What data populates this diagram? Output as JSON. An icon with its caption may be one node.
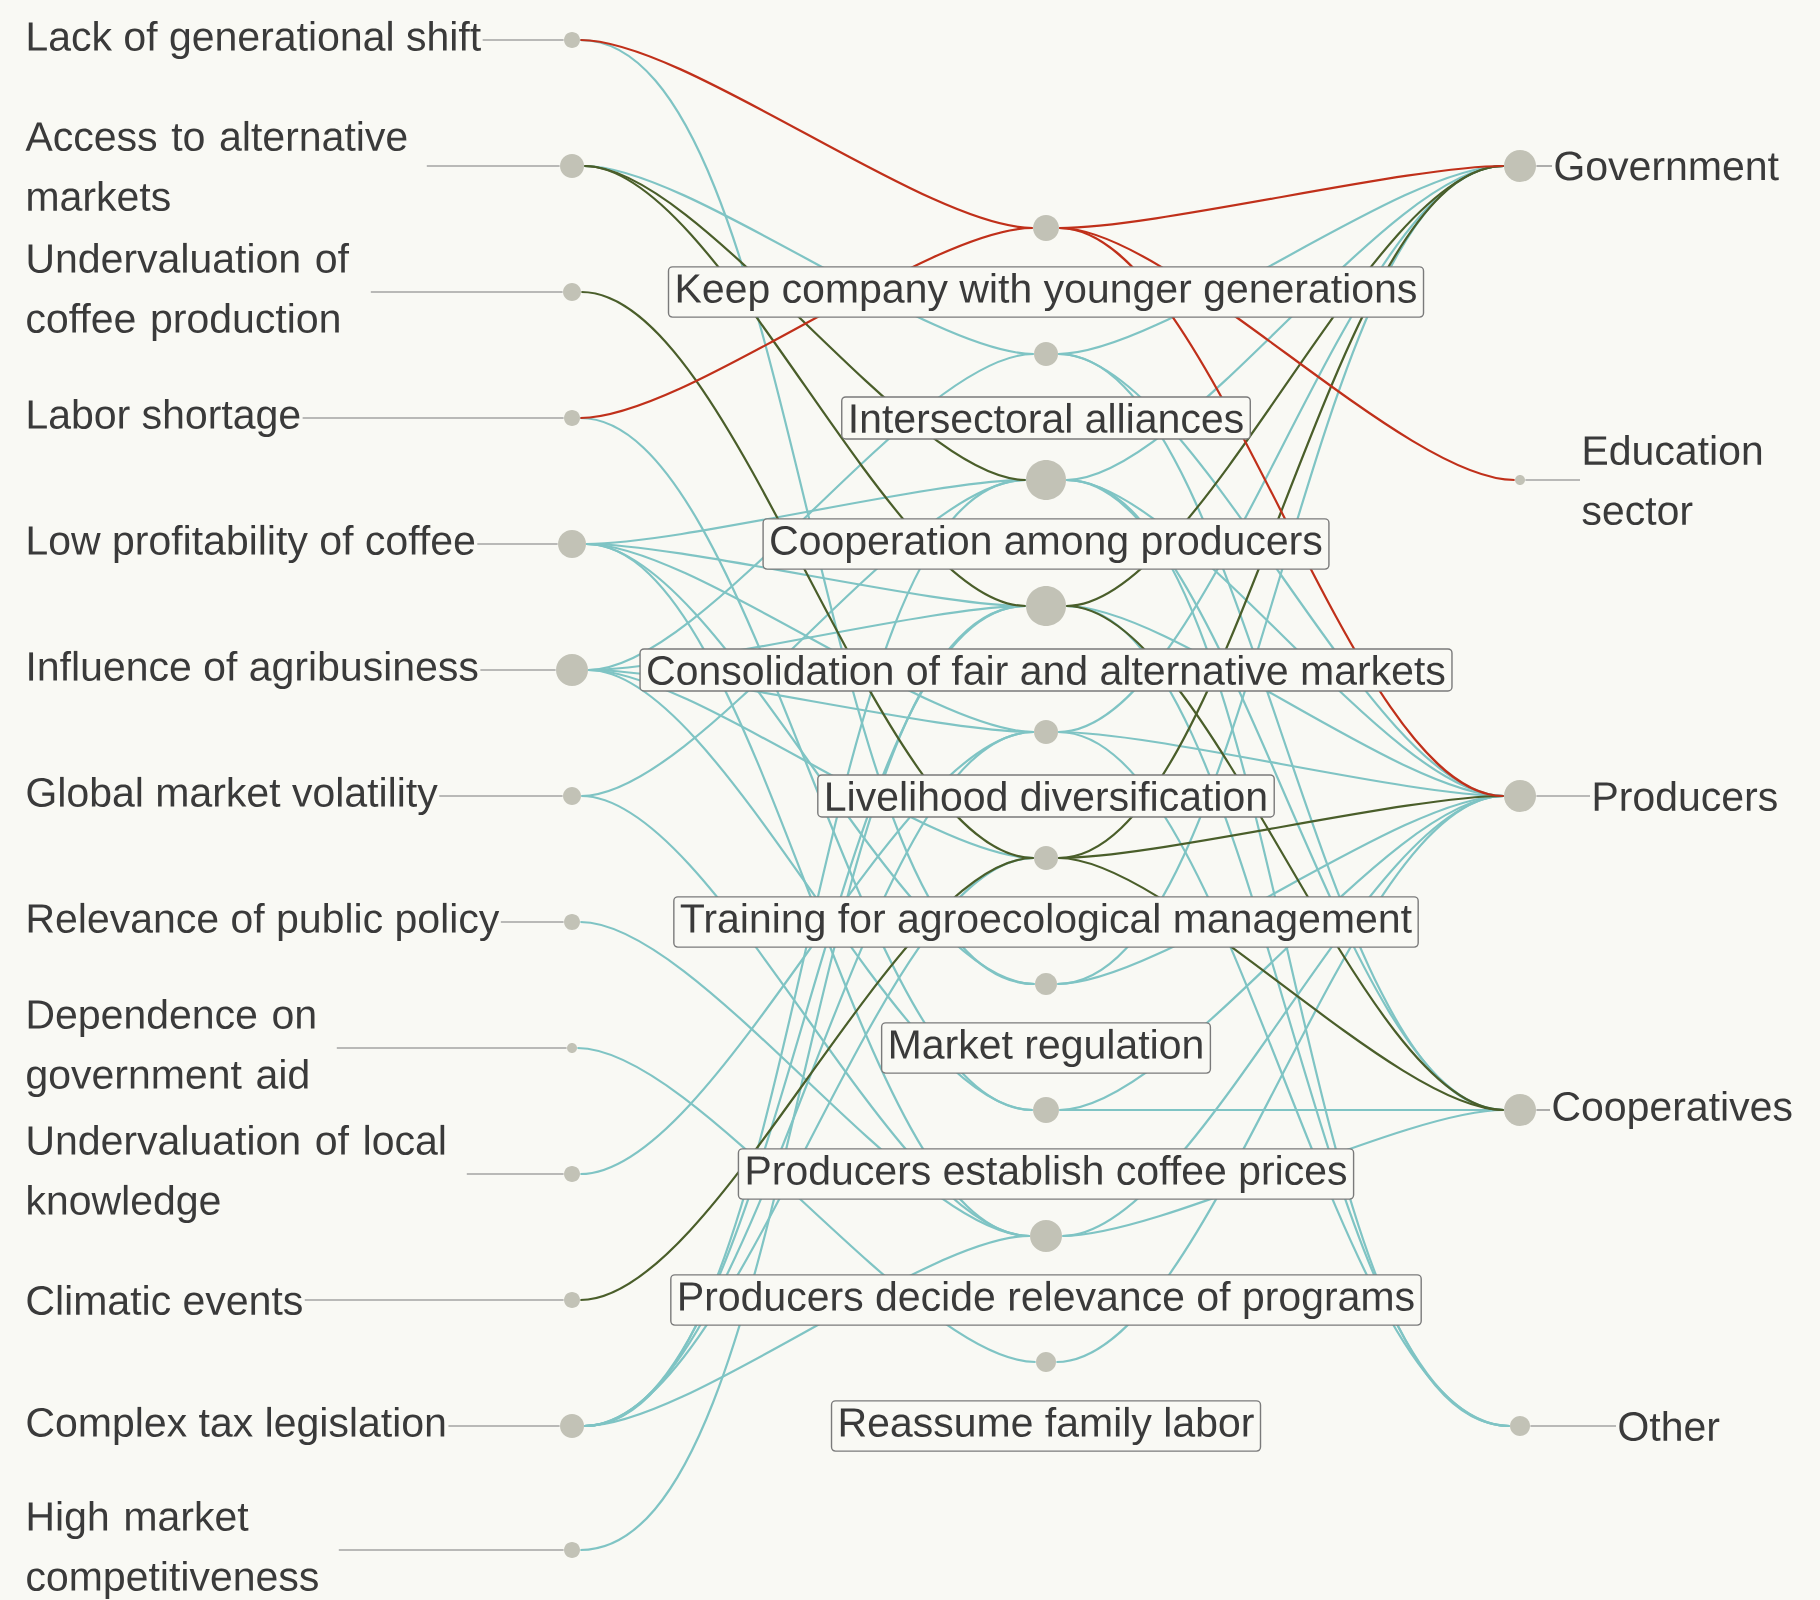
{
  "diagram": {
    "nodes": [
      {
        "text": [
          "Lack of generational shift"
        ]
      },
      {
        "text": [
          "Access to alternative markets"
        ]
      },
      {
        "text": [
          "Undervaluation of coffee production"
        ]
      },
      {
        "text": [
          "Labor shortage"
        ]
      },
      {
        "text": [
          "Low profitability of coffee"
        ]
      },
      {
        "text": [
          "Influence of agribusiness"
        ]
      },
      {
        "text": [
          "Global market volatility"
        ]
      },
      {
        "text": [
          "Relevance of public policy"
        ]
      },
      {
        "text": [
          "Dependence on government aid"
        ]
      },
      {
        "text": [
          "Undervaluation of local knowledge"
        ]
      },
      {
        "text": [
          "Climatic events"
        ]
      },
      {
        "text": [
          "Complex tax legislation"
        ]
      },
      {
        "text": [
          "High market competitiveness"
        ]
      },
      {
        "text": [],
        "shape": "circle"
      },
      {
        "text": [],
        "shape": "circle"
      },
      {
        "text": [],
        "shape": "circle"
      },
      {
        "text": [],
        "shape": "circle"
      },
      {
        "text": [],
        "shape": "circle"
      },
      {
        "text": [],
        "shape": "circle"
      },
      {
        "text": [],
        "shape": "circle"
      },
      {
        "text": [],
        "shape": "circle"
      },
      {
        "text": [],
        "shape": "circle"
      },
      {
        "text": [],
        "shape": "circle"
      },
      {
        "text": [],
        "shape": "circle"
      },
      {
        "text": [],
        "shape": "circle"
      },
      {
        "text": [],
        "shape": "circle"
      },
      {
        "text": [],
        "shape": "circle",
        "beside": [
          "Keep company with younger generations"
        ]
      },
      {
        "text": [],
        "shape": "circle",
        "beside": [
          "Intersectoral alliances"
        ]
      },
      {
        "text": [],
        "shape": "circle",
        "beside": [
          "Cooperation among producers"
        ]
      },
      {
        "text": [],
        "shape": "circle",
        "beside": [
          "Consolidation of fair and alternative markets"
        ]
      },
      {
        "text": [],
        "shape": "circle",
        "beside": [
          "Livelihood diversification"
        ]
      },
      {
        "text": [],
        "shape": "circle",
        "beside": [
          "Training for agroecological management"
        ]
      },
      {
        "text": [],
        "shape": "circle",
        "beside": [
          "Market regulation"
        ]
      },
      {
        "text": [],
        "shape": "circle",
        "beside": [
          "Producers establish coffee prices"
        ]
      },
      {
        "text": [],
        "shape": "circle",
        "beside": [
          "Producers decide relevance of programs"
        ]
      },
      {
        "text": [],
        "shape": "circle",
        "beside": [
          "Reassume family labor"
        ]
      },
      {
        "text": [],
        "shape": "circle"
      },
      {
        "text": [],
        "shape": "circle"
      },
      {
        "text": [],
        "shape": "circle"
      },
      {
        "text": [],
        "shape": "circle"
      },
      {
        "text": [],
        "shape": "circle"
      },
      {
        "text": [
          "Government"
        ]
      },
      {
        "text": [
          "Education sector"
        ]
      },
      {
        "text": [
          "Producers"
        ]
      },
      {
        "text": [
          "Cooperatives"
        ]
      },
      {
        "text": [
          "Other"
        ]
      }
    ],
    "edges": [
      {
        "from": 0,
        "to": 13,
        "arrow": "none"
      },
      {
        "from": 1,
        "to": 14,
        "arrow": "none"
      },
      {
        "from": 2,
        "to": 15,
        "arrow": "none"
      },
      {
        "from": 3,
        "to": 16,
        "arrow": "none"
      },
      {
        "from": 4,
        "to": 17,
        "arrow": "none"
      },
      {
        "from": 5,
        "to": 18,
        "arrow": "none"
      },
      {
        "from": 6,
        "to": 19,
        "arrow": "none"
      },
      {
        "from": 7,
        "to": 20,
        "arrow": "none"
      },
      {
        "from": 8,
        "to": 21,
        "arrow": "none"
      },
      {
        "from": 9,
        "to": 22,
        "arrow": "none"
      },
      {
        "from": 10,
        "to": 23,
        "arrow": "none"
      },
      {
        "from": 11,
        "to": 24,
        "arrow": "none"
      },
      {
        "from": 12,
        "to": 25,
        "arrow": "none"
      },
      {
        "from": 36,
        "to": 41,
        "arrow": "none"
      },
      {
        "from": 37,
        "to": 42,
        "arrow": "none"
      },
      {
        "from": 38,
        "to": 43,
        "arrow": "none"
      },
      {
        "from": 39,
        "to": 44,
        "arrow": "none"
      },
      {
        "from": 40,
        "to": 45,
        "arrow": "none"
      },
      {
        "from": 13,
        "to": 32,
        "arrow": "none"
      },
      {
        "from": 14,
        "to": 27,
        "arrow": "none"
      },
      {
        "from": 16,
        "to": 33,
        "arrow": "none"
      },
      {
        "from": 17,
        "to": 28,
        "arrow": "none"
      },
      {
        "from": 17,
        "to": 29,
        "arrow": "none"
      },
      {
        "from": 17,
        "to": 30,
        "arrow": "none"
      },
      {
        "from": 17,
        "to": 32,
        "arrow": "none"
      },
      {
        "from": 17,
        "to": 34,
        "arrow": "none"
      },
      {
        "from": 18,
        "to": 27,
        "arrow": "none"
      },
      {
        "from": 18,
        "to": 29,
        "arrow": "none"
      },
      {
        "from": 18,
        "to": 30,
        "arrow": "none"
      },
      {
        "from": 18,
        "to": 31,
        "arrow": "none"
      },
      {
        "from": 18,
        "to": 33,
        "arrow": "none"
      },
      {
        "from": 19,
        "to": 28,
        "arrow": "none"
      },
      {
        "from": 19,
        "to": 34,
        "arrow": "none"
      },
      {
        "from": 20,
        "to": 34,
        "arrow": "none"
      },
      {
        "from": 21,
        "to": 35,
        "arrow": "none"
      },
      {
        "from": 22,
        "to": 30,
        "arrow": "none"
      },
      {
        "from": 24,
        "to": 28,
        "arrow": "none"
      },
      {
        "from": 24,
        "to": 29,
        "arrow": "none"
      },
      {
        "from": 24,
        "to": 30,
        "arrow": "none"
      },
      {
        "from": 24,
        "to": 31,
        "arrow": "none"
      },
      {
        "from": 24,
        "to": 34,
        "arrow": "none"
      },
      {
        "from": 25,
        "to": 29,
        "arrow": "none"
      },
      {
        "from": 27,
        "to": 36,
        "arrow": "none"
      },
      {
        "from": 27,
        "to": 38,
        "arrow": "none"
      },
      {
        "from": 27,
        "to": 39,
        "arrow": "none"
      },
      {
        "from": 28,
        "to": 36,
        "arrow": "none"
      },
      {
        "from": 28,
        "to": 38,
        "arrow": "none"
      },
      {
        "from": 28,
        "to": 39,
        "arrow": "none"
      },
      {
        "from": 28,
        "to": 40,
        "arrow": "none"
      },
      {
        "from": 29,
        "to": 38,
        "arrow": "none"
      },
      {
        "from": 29,
        "to": 40,
        "arrow": "none"
      },
      {
        "from": 30,
        "to": 36,
        "arrow": "none"
      },
      {
        "from": 30,
        "to": 38,
        "arrow": "none"
      },
      {
        "from": 30,
        "to": 40,
        "arrow": "none"
      },
      {
        "from": 32,
        "to": 36,
        "arrow": "none"
      },
      {
        "from": 32,
        "to": 38,
        "arrow": "none"
      },
      {
        "from": 33,
        "to": 38,
        "arrow": "none"
      },
      {
        "from": 33,
        "to": 39,
        "arrow": "none"
      },
      {
        "from": 34,
        "to": 38,
        "arrow": "none"
      },
      {
        "from": 34,
        "to": 39,
        "arrow": "none"
      },
      {
        "from": 35,
        "to": 38,
        "arrow": "none"
      },
      {
        "from": 14,
        "to": 28,
        "arrow": "none",
        "color": "#4a5e2a"
      },
      {
        "from": 14,
        "to": 29,
        "arrow": "none",
        "color": "#4a5e2a"
      },
      {
        "from": 15,
        "to": 31,
        "arrow": "none",
        "color": "#4a5e2a"
      },
      {
        "from": 23,
        "to": 31,
        "arrow": "none",
        "color": "#4a5e2a"
      },
      {
        "from": 29,
        "to": 36,
        "arrow": "none",
        "color": "#4a5e2a"
      },
      {
        "from": 29,
        "to": 39,
        "arrow": "none",
        "color": "#4a5e2a"
      },
      {
        "from": 31,
        "to": 36,
        "arrow": "none",
        "color": "#4a5e2a"
      },
      {
        "from": 31,
        "to": 38,
        "arrow": "none",
        "color": "#4a5e2a"
      },
      {
        "from": 31,
        "to": 39,
        "arrow": "none",
        "color": "#4a5e2a"
      },
      {
        "from": 13,
        "to": 26,
        "arrow": "none",
        "color": "#c0301a"
      },
      {
        "from": 16,
        "to": 26,
        "arrow": "none",
        "color": "#c0301a"
      },
      {
        "from": 26,
        "to": 36,
        "arrow": "none",
        "color": "#c0301a"
      },
      {
        "from": 26,
        "to": 37,
        "arrow": "none",
        "color": "#c0301a"
      },
      {
        "from": 26,
        "to": 38,
        "arrow": "none",
        "color": "#c0301a"
      }
    ]
  }
}
